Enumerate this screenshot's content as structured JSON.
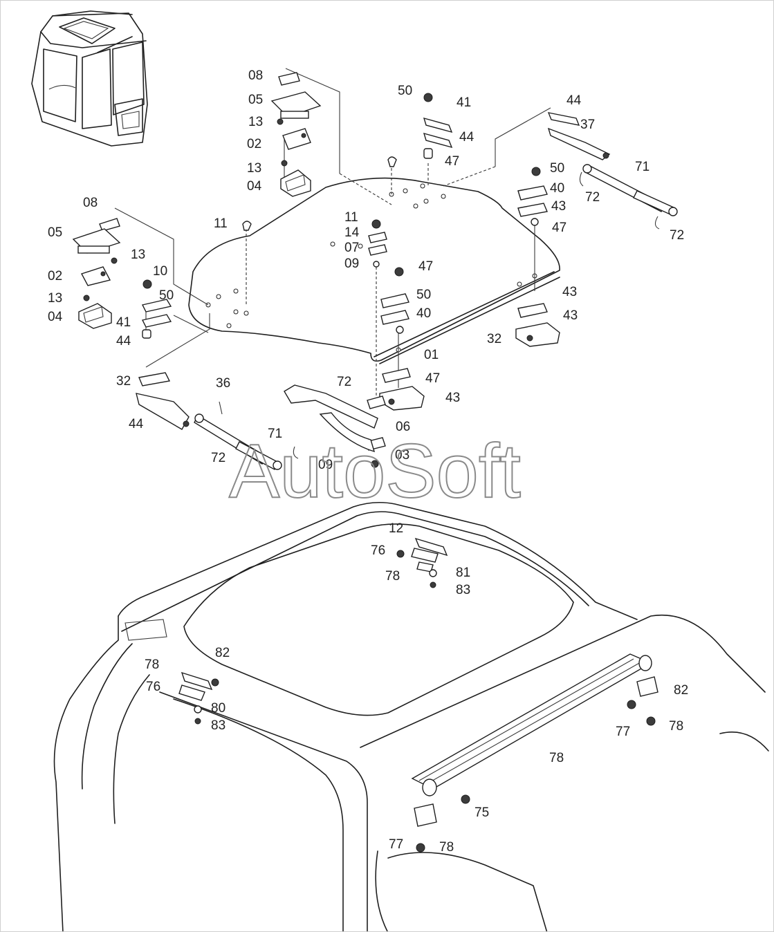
{
  "watermark": "AutoSoft",
  "callouts": [
    "08",
    "05",
    "13",
    "02",
    "13",
    "04",
    "11",
    "50",
    "41",
    "44",
    "47",
    "44",
    "37",
    "71",
    "72",
    "72",
    "50",
    "40",
    "43",
    "47",
    "08",
    "05",
    "13",
    "02",
    "13",
    "04",
    "11",
    "14",
    "07",
    "09",
    "10",
    "50",
    "41",
    "44",
    "47",
    "50",
    "40",
    "43",
    "43",
    "32",
    "01",
    "47",
    "43",
    "32",
    "44",
    "36",
    "72",
    "71",
    "72",
    "06",
    "09",
    "03",
    "12",
    "76",
    "78",
    "81",
    "83",
    "82",
    "78",
    "76",
    "80",
    "83",
    "82",
    "77",
    "78",
    "78",
    "75",
    "78",
    "77",
    "78"
  ],
  "colors": {
    "line": "#1e1e1e",
    "watermark": "#8a8a8a",
    "background": "#ffffff"
  }
}
